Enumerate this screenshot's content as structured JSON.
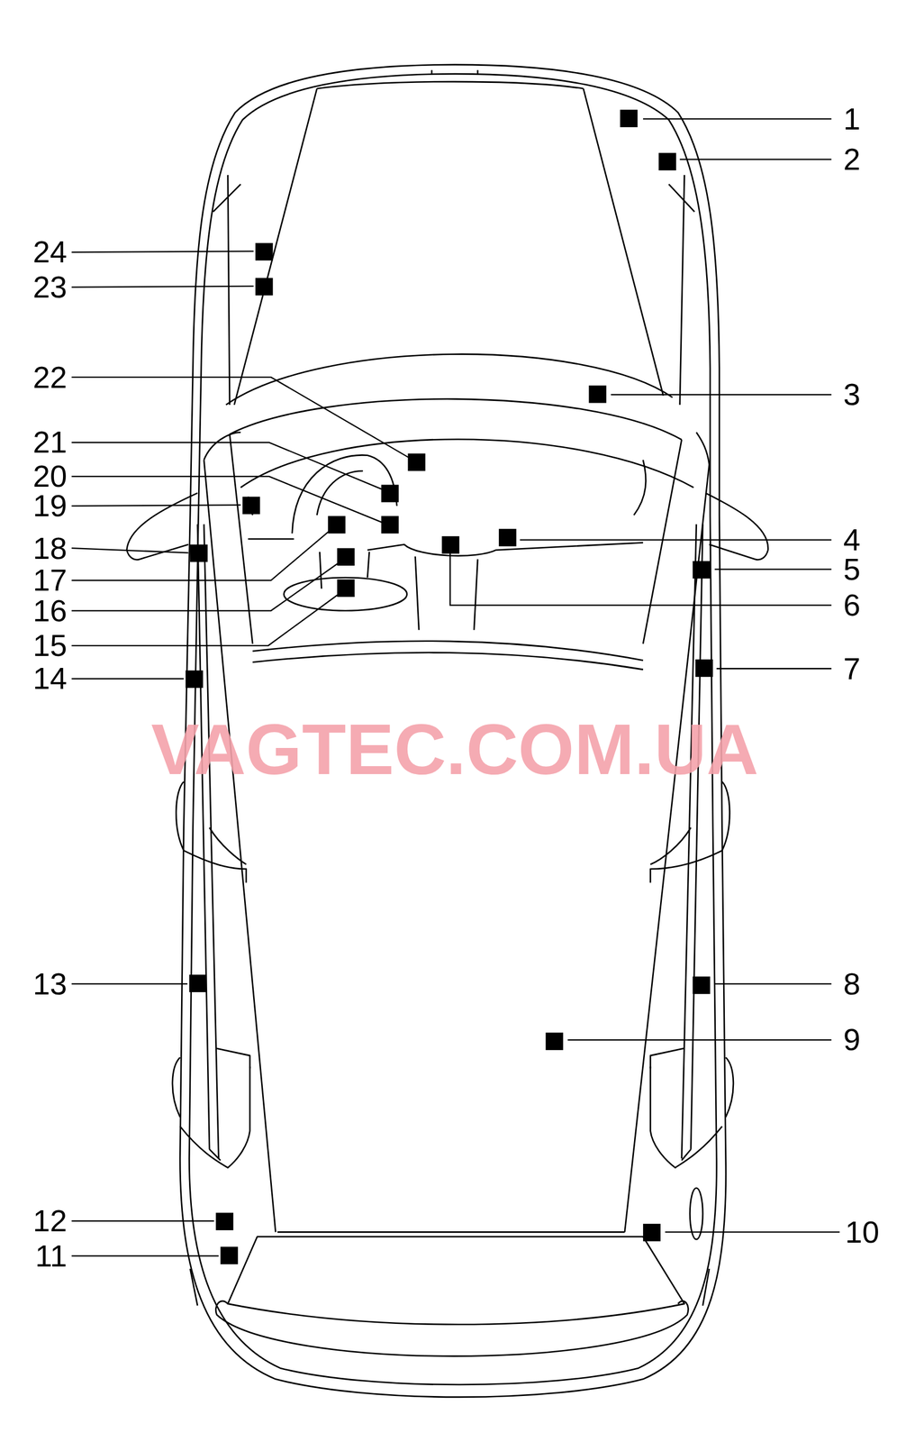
{
  "diagram": {
    "labels": [
      "1",
      "2",
      "3",
      "4",
      "5",
      "6",
      "7",
      "8",
      "9",
      "10",
      "11",
      "12",
      "13",
      "14",
      "15",
      "16",
      "17",
      "18",
      "19",
      "20",
      "21",
      "22",
      "23",
      "24",
      "VAGTEC.COM.UA"
    ]
  }
}
